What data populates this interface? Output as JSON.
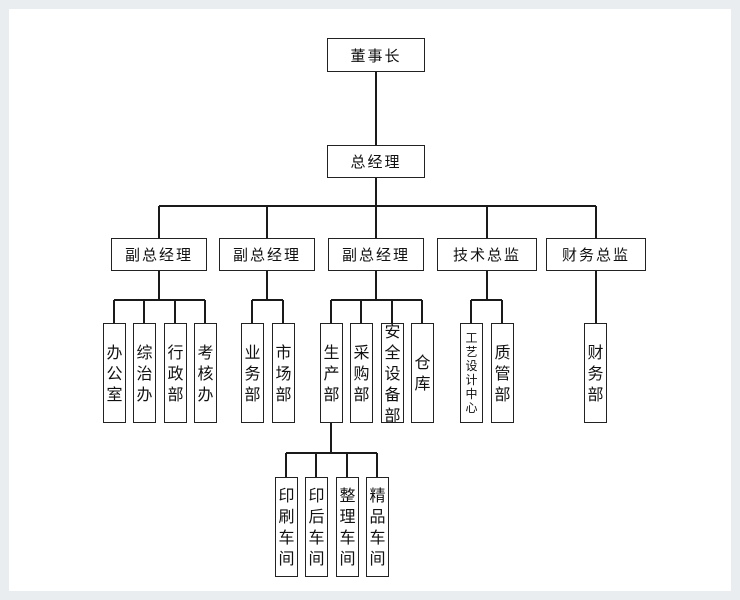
{
  "org": {
    "chairman": "董事长",
    "gm": "总经理",
    "vp1": "副总经理",
    "vp2": "副总经理",
    "vp3": "副总经理",
    "cto": "技术总监",
    "cfo": "财务总监",
    "dept_office": "办公室",
    "dept_general": "综治办",
    "dept_admin": "行政部",
    "dept_assess": "考核办",
    "dept_business": "业务部",
    "dept_market": "市场部",
    "dept_production": "生产部",
    "dept_purchase": "采购部",
    "dept_safety": "安全设备部",
    "dept_warehouse": "仓库",
    "dept_design": "工艺设计中心",
    "dept_qc": "质管部",
    "dept_finance": "财务部",
    "ws_print": "印刷车间",
    "ws_post": "印后车间",
    "ws_finish": "整理车间",
    "ws_fine": "精品车间"
  }
}
